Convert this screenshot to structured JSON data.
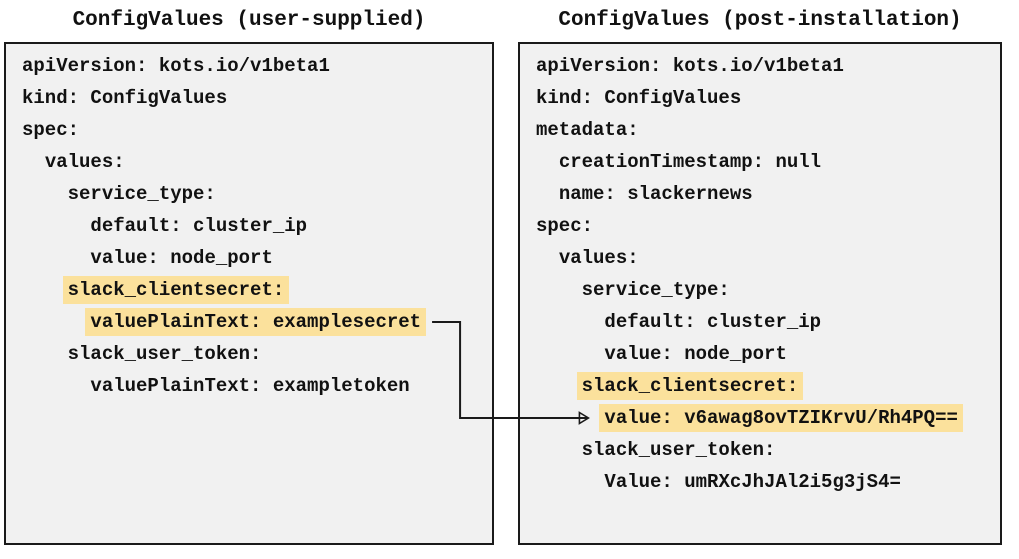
{
  "colors": {
    "highlight": "#FBE19C",
    "panel_bg": "#F1F1F1",
    "panel_border": "#1A1A1A",
    "text": "#111111",
    "arrow": "#1A1A1A"
  },
  "left_panel": {
    "title": "ConfigValues (user-supplied)",
    "lines": [
      {
        "text": "apiVersion: kots.io/v1beta1",
        "highlight": false
      },
      {
        "text": "kind: ConfigValues",
        "highlight": false
      },
      {
        "text": "spec:",
        "highlight": false
      },
      {
        "text": "  values:",
        "highlight": false
      },
      {
        "text": "    service_type:",
        "highlight": false
      },
      {
        "text": "      default: cluster_ip",
        "highlight": false
      },
      {
        "text": "      value: node_port",
        "highlight": false
      },
      {
        "text": "    slack_clientsecret:",
        "highlight": true
      },
      {
        "text": "      valuePlainText: examplesecret",
        "highlight": true
      },
      {
        "text": "    slack_user_token:",
        "highlight": false
      },
      {
        "text": "      valuePlainText: exampletoken",
        "highlight": false
      }
    ]
  },
  "right_panel": {
    "title": "ConfigValues (post-installation)",
    "lines": [
      {
        "text": "apiVersion: kots.io/v1beta1",
        "highlight": false
      },
      {
        "text": "kind: ConfigValues",
        "highlight": false
      },
      {
        "text": "metadata:",
        "highlight": false
      },
      {
        "text": "  creationTimestamp: null",
        "highlight": false
      },
      {
        "text": "  name: slackernews",
        "highlight": false
      },
      {
        "text": "spec:",
        "highlight": false
      },
      {
        "text": "  values:",
        "highlight": false
      },
      {
        "text": "    service_type:",
        "highlight": false
      },
      {
        "text": "      default: cluster_ip",
        "highlight": false
      },
      {
        "text": "      value: node_port",
        "highlight": false
      },
      {
        "text": "    slack_clientsecret:",
        "highlight": true
      },
      {
        "text": "      value: v6awag8ovTZIKrvU/Rh4PQ==",
        "highlight": true
      },
      {
        "text": "    slack_user_token:",
        "highlight": false
      },
      {
        "text": "      Value: umRXcJhJAl2i5g3jS4=",
        "highlight": false
      }
    ]
  },
  "arrow": {
    "from_panel": "left_panel",
    "from_line_index": 8,
    "from_text": "valuePlainText: examplesecret",
    "to_panel": "right_panel",
    "to_line_index": 11,
    "to_text": "value: v6awag8ovTZIKrvU/Rh4PQ=="
  }
}
